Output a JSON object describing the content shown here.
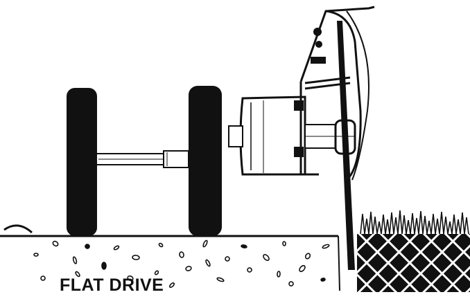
{
  "caption": "FLAT DRIVE",
  "colors": {
    "ink": "#111111",
    "paper": "#ffffff",
    "shade": "#e6e6e6"
  },
  "parts": [
    "left-wheel",
    "axle",
    "right-wheel",
    "motor-housing",
    "drive-pulley",
    "mounting-bracket",
    "edger-blade",
    "concrete-slab",
    "turf-block"
  ]
}
